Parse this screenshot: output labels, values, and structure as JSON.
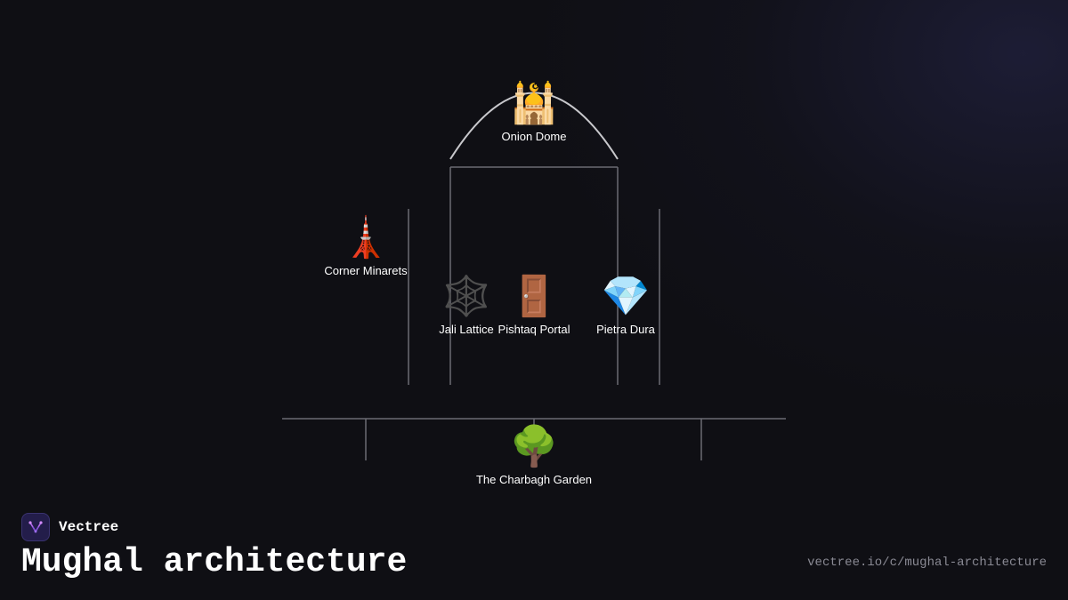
{
  "brand": {
    "name": "Vectree",
    "logo_icon": "vectree-logo-icon",
    "logo_color": "#b76cf0"
  },
  "page": {
    "title": "Mughal architecture",
    "url": "vectree.io/c/mughal-architecture"
  },
  "colors": {
    "background": "#0f0f14",
    "line": "#6b6b73",
    "arch": "#c8c8cc",
    "text": "#ffffff",
    "muted": "#8a8a94"
  },
  "nodes": {
    "dome": {
      "label": "Onion Dome",
      "icon": "🕌",
      "icon_name": "mosque-icon"
    },
    "minarets": {
      "label": "Corner Minarets",
      "icon": "🗼",
      "icon_name": "tower-icon"
    },
    "jali": {
      "label": "Jali Lattice",
      "icon": "🕸️",
      "icon_name": "spider-web-icon"
    },
    "portal": {
      "label": "Pishtaq Portal",
      "icon": "🚪",
      "icon_name": "door-icon"
    },
    "pietra": {
      "label": "Pietra Dura",
      "icon": "💎",
      "icon_name": "gem-icon"
    },
    "garden": {
      "label": "The Charbagh Garden",
      "icon": "🌳",
      "icon_name": "tree-icon"
    }
  }
}
